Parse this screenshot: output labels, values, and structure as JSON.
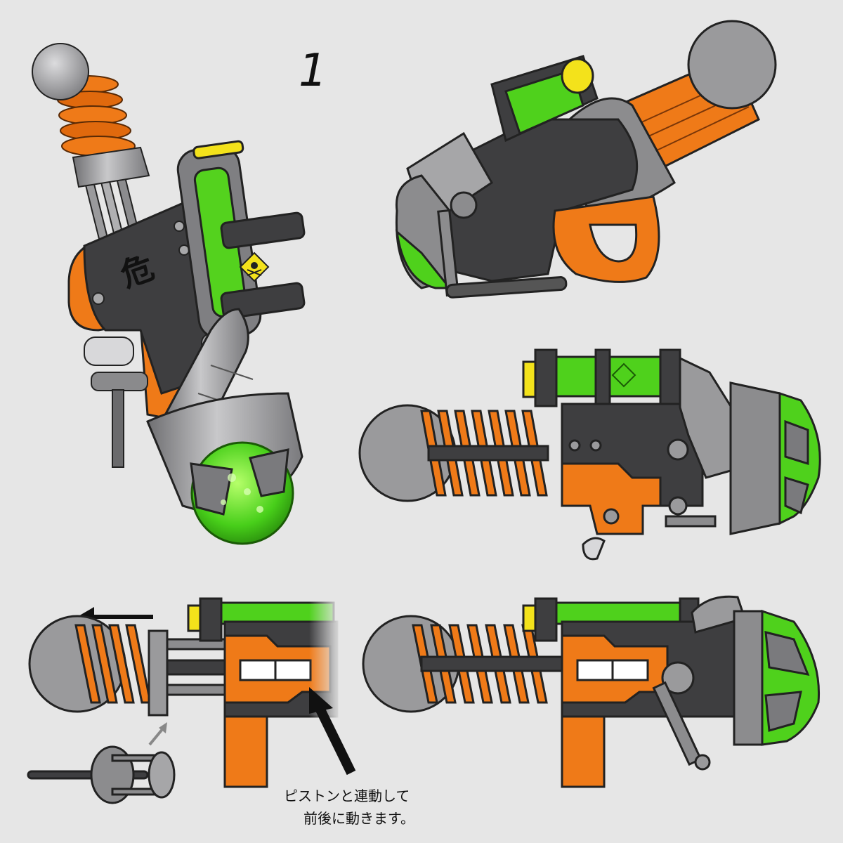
{
  "sheet": {
    "number": "1",
    "hazard_kanji": "危",
    "note_line1": "ピストンと連動して",
    "note_line2": "前後に動きます。"
  },
  "icons": {
    "skull": "skull-crossbones-icon",
    "arrow_left": "arrow-left-icon",
    "arrow_diagonal": "arrow-up-right-icon"
  },
  "colors": {
    "background": "#e6e6e6",
    "body_dark": "#3d3d3f",
    "metal": "#9c9c9e",
    "metal_light": "#c4c4c6",
    "orange": "#ee7a1a",
    "orange_dark": "#c25a0c",
    "ink_green": "#4fd11c",
    "ink_green_dark": "#2f9d10",
    "cap_yellow": "#f3e21b",
    "line": "#222222"
  }
}
